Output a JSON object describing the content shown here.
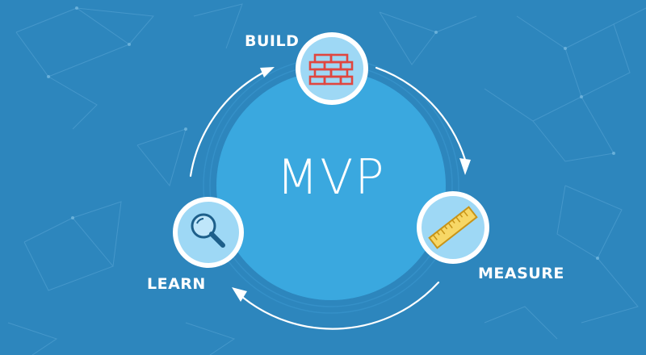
{
  "diagram": {
    "center_text": "MVP",
    "steps": [
      {
        "label": "BUILD",
        "icon": "brick-wall-icon"
      },
      {
        "label": "MEASURE",
        "icon": "ruler-icon"
      },
      {
        "label": "LEARN",
        "icon": "magnifying-glass-icon"
      }
    ]
  },
  "colors": {
    "background": "#2d86bd",
    "center_circle": "#3aa8df",
    "node_fill": "#9ed8f5",
    "brick": "#e0463f",
    "ruler": "#f2c233",
    "magnifier": "#1d5f8a"
  }
}
